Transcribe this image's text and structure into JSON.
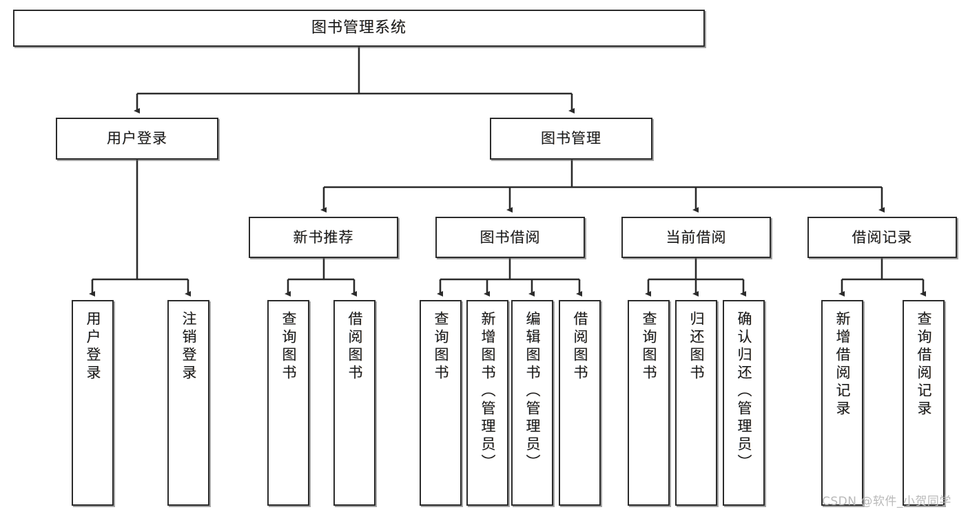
{
  "diagram": {
    "type": "tree",
    "title": "图书管理系统",
    "watermark": "CSDN @软件_小贺同学",
    "colors": {
      "box_border": "#2b2b2b",
      "box_fill": "#ffffff",
      "edge": "#2b2b2b",
      "text": "#1b1b1b",
      "watermark": "#b9b9b9"
    },
    "levels": {
      "root": {
        "label": "图书管理系统"
      },
      "level2": [
        {
          "label": "用户登录"
        },
        {
          "label": "图书管理"
        }
      ],
      "level3": [
        {
          "label": "新书推荐"
        },
        {
          "label": "图书借阅"
        },
        {
          "label": "当前借阅"
        },
        {
          "label": "借阅记录"
        }
      ],
      "leaves": [
        {
          "label": "用户登录",
          "parent": "用户登录"
        },
        {
          "label": "注销登录",
          "parent": "用户登录"
        },
        {
          "label": "查询图书",
          "parent": "新书推荐"
        },
        {
          "label": "借阅图书",
          "parent": "新书推荐"
        },
        {
          "label": "查询图书",
          "parent": "图书借阅"
        },
        {
          "label": "新增图书（管理员）",
          "parent": "图书借阅"
        },
        {
          "label": "编辑图书（管理员）",
          "parent": "图书借阅"
        },
        {
          "label": "借阅图书",
          "parent": "图书借阅"
        },
        {
          "label": "查询图书",
          "parent": "当前借阅"
        },
        {
          "label": "归还图书",
          "parent": "当前借阅"
        },
        {
          "label": "确认归还（管理员）",
          "parent": "当前借阅"
        },
        {
          "label": "新增借阅记录",
          "parent": "借阅记录"
        },
        {
          "label": "查询借阅记录",
          "parent": "借阅记录"
        }
      ]
    }
  }
}
